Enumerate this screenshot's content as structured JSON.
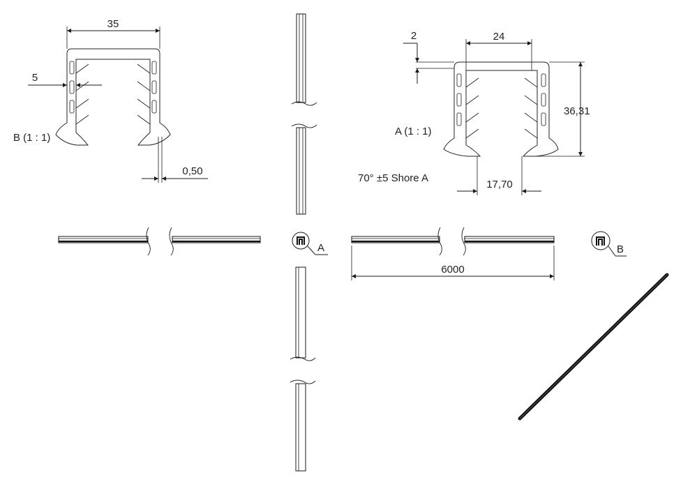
{
  "dimensions": {
    "b_width": "35",
    "b_wall": "5",
    "b_tip": "0,50",
    "a_top": "2",
    "a_inner": "24",
    "a_height": "36,31",
    "a_opening": "17,70",
    "length": "6000"
  },
  "labels": {
    "detail_b": "B (1 : 1)",
    "detail_a": "A (1 : 1)",
    "hardness": "70° ±5 Shore A",
    "callout_a_letter": "A",
    "callout_b_letter": "B"
  },
  "icons": {
    "profile_symbol": "profile-section-icon",
    "arrowhead": "arrowhead-icon"
  },
  "colors": {
    "line": "#1a1a1a",
    "background": "#ffffff"
  }
}
